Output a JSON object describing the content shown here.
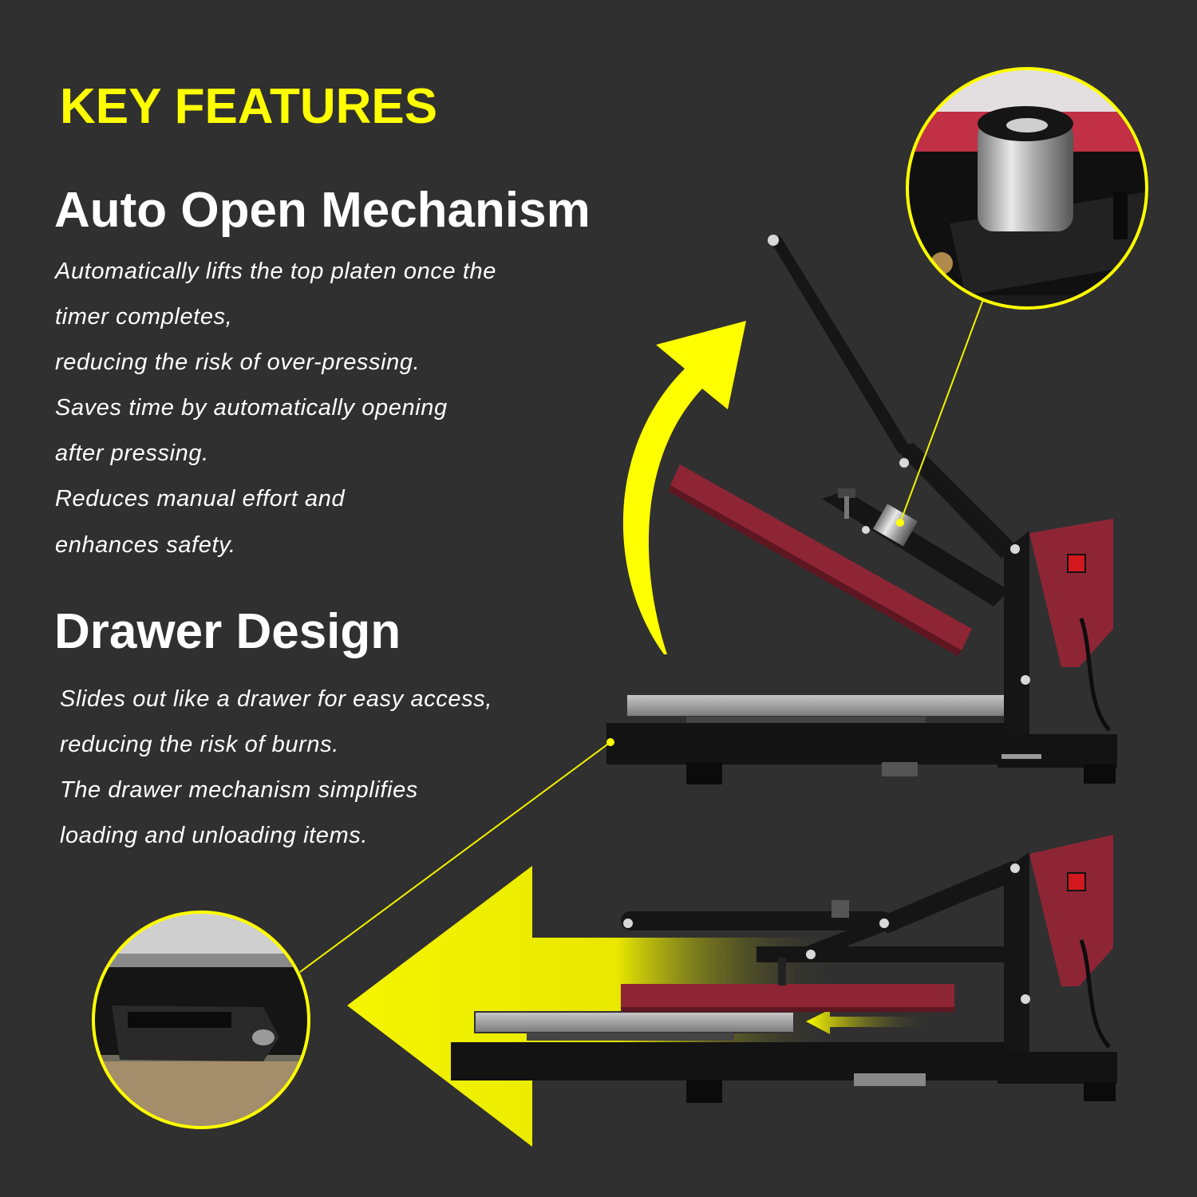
{
  "heading": "KEY FEATURES",
  "sections": [
    {
      "title": "Auto Open Mechanism",
      "lines": [
        "Automatically lifts the top platen once the",
        "timer completes,",
        "reducing the risk of over-pressing.",
        "Saves time by automatically opening",
        "after pressing.",
        "Reduces manual effort and",
        "enhances safety."
      ]
    },
    {
      "title": "Drawer Design",
      "lines": [
        "Slides out like a drawer for easy access,",
        "reducing the risk of burns.",
        "The drawer mechanism simplifies",
        "loading and unloading items."
      ]
    }
  ],
  "colors": {
    "background": "#303030",
    "accent": "#ffff00",
    "platen": "#8e2535",
    "frame": "#111111"
  }
}
